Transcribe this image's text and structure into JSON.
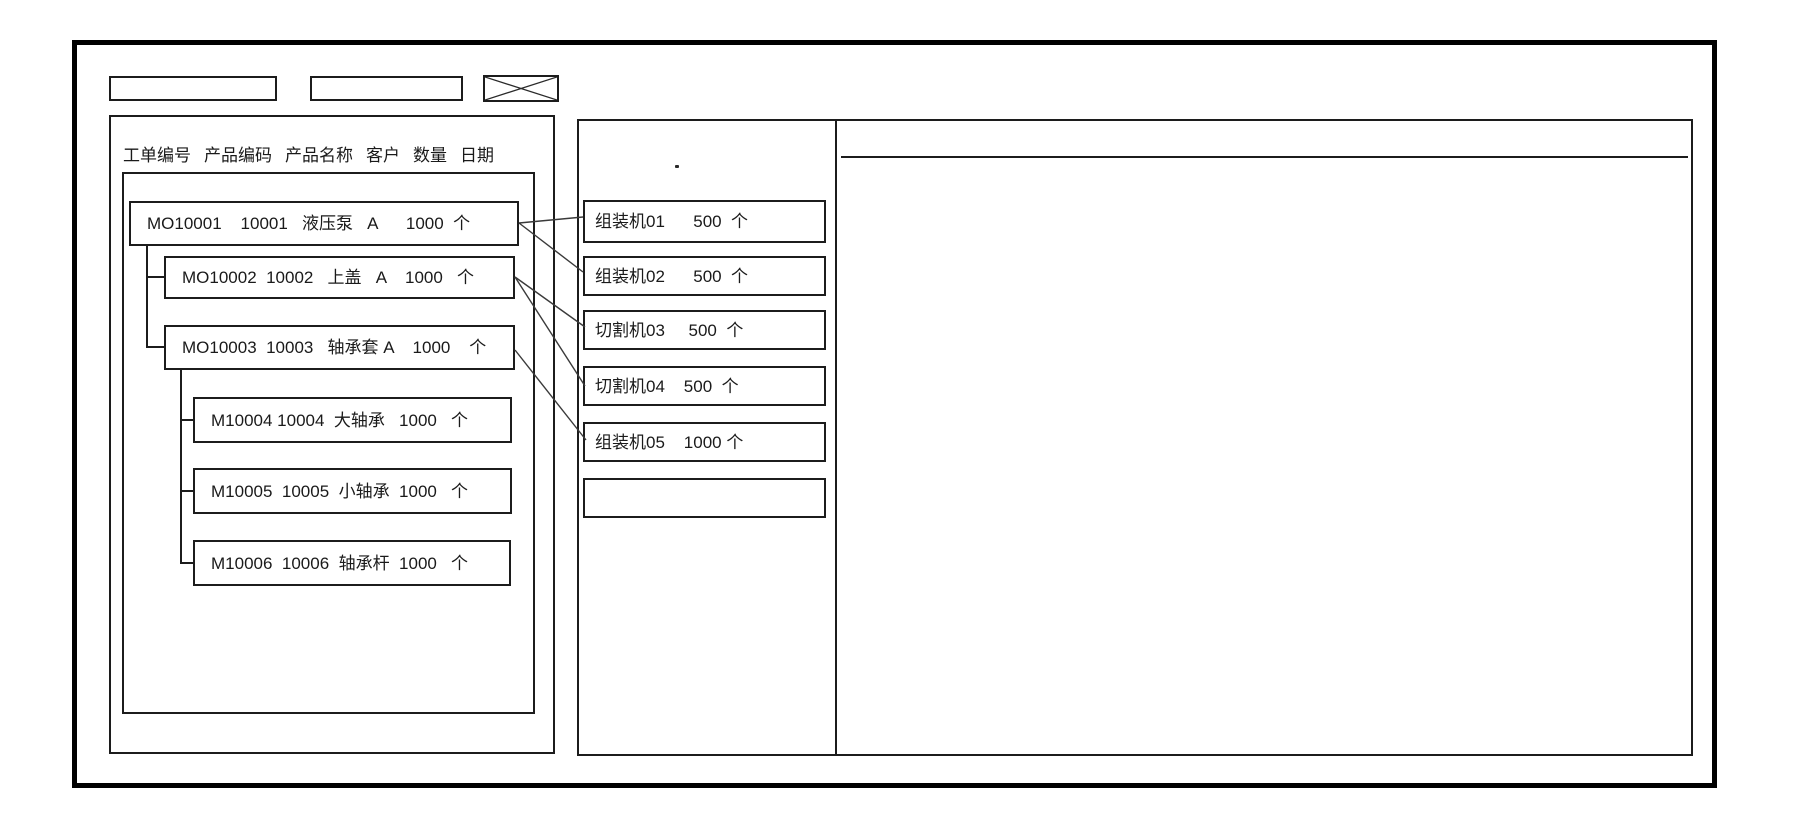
{
  "toolbar": {
    "field1_value": "",
    "field2_value": ""
  },
  "work_orders_panel": {
    "columns": [
      "工单编号",
      "产品编码",
      "产品名称",
      "客户",
      "数量",
      "日期"
    ],
    "orders": [
      {
        "id": "MO10001",
        "product_code": "10001",
        "product_name": "液压泵",
        "customer": "A",
        "qty": "1000",
        "unit": "个",
        "display": "MO10001    10001   液压泵   A      1000  个"
      },
      {
        "id": "MO10002",
        "product_code": "10002",
        "product_name": "上盖",
        "customer": "A",
        "qty": "1000",
        "unit": "个",
        "display": "MO10002  10002   上盖   A    1000   个"
      },
      {
        "id": "MO10003",
        "product_code": "10003",
        "product_name": "轴承套",
        "customer": "A",
        "qty": "1000",
        "unit": "个",
        "display": "MO10003  10003   轴承套 A    1000    个"
      },
      {
        "id": "M10004",
        "product_code": "10004",
        "product_name": "大轴承",
        "customer": "",
        "qty": "1000",
        "unit": "个",
        "display": "M10004 10004  大轴承   1000   个"
      },
      {
        "id": "M10005",
        "product_code": "10005",
        "product_name": "小轴承",
        "customer": "",
        "qty": "1000",
        "unit": "个",
        "display": "M10005  10005  小轴承  1000   个"
      },
      {
        "id": "M10006",
        "product_code": "10006",
        "product_name": "轴承杆",
        "customer": "",
        "qty": "1000",
        "unit": "个",
        "display": "M10006  10006  轴承杆  1000   个"
      }
    ]
  },
  "machines_panel": {
    "dot": ".",
    "machines": [
      {
        "name": "组装机01",
        "qty": "500",
        "unit": "个",
        "display": "组装机01      500  个"
      },
      {
        "name": "组装机02",
        "qty": "500",
        "unit": "个",
        "display": "组装机02      500  个"
      },
      {
        "name": "切割机03",
        "qty": "500",
        "unit": "个",
        "display": "切割机03     500  个"
      },
      {
        "name": "切割机04",
        "qty": "500",
        "unit": "个",
        "display": "切割机04    500  个"
      },
      {
        "name": "组装机05",
        "qty": "1000",
        "unit": "个",
        "display": "组装机05    1000 个"
      },
      {
        "name": "",
        "qty": "",
        "unit": "",
        "display": ""
      }
    ]
  },
  "connections": [
    {
      "from": "MO10001",
      "to": "组装机01"
    },
    {
      "from": "MO10001",
      "to": "组装机02"
    },
    {
      "from": "MO10002",
      "to": "切割机03"
    },
    {
      "from": "MO10002",
      "to": "切割机04"
    },
    {
      "from": "MO10003",
      "to": "组装机05"
    }
  ]
}
